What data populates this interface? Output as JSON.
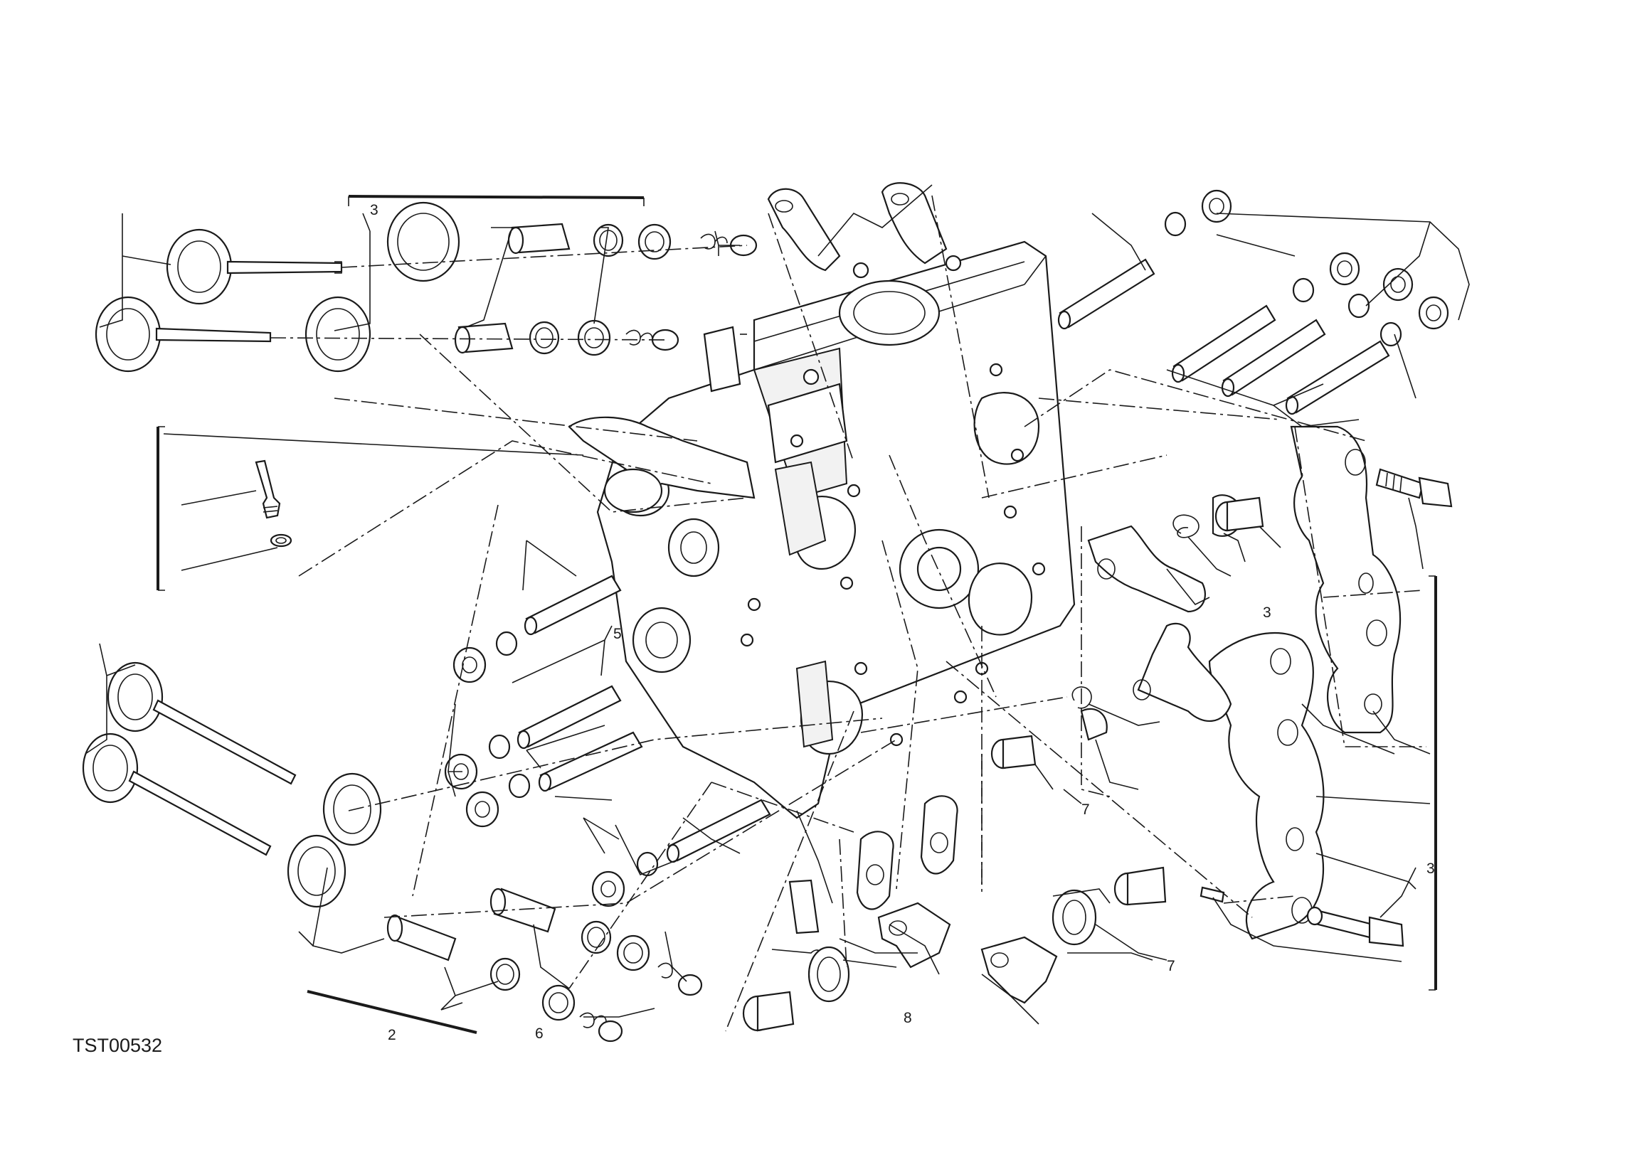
{
  "diagram": {
    "drawing_code": "TST00532",
    "callouts": [
      {
        "id": "c-6",
        "text": "6"
      },
      {
        "id": "c-2a",
        "text": "2"
      },
      {
        "id": "c-3a",
        "text": "3"
      },
      {
        "id": "c-3b",
        "text": "3"
      },
      {
        "id": "c-3c",
        "text": "3"
      },
      {
        "id": "c-7a",
        "text": "7"
      },
      {
        "id": "c-7b",
        "text": "7"
      },
      {
        "id": "c-5",
        "text": "5"
      },
      {
        "id": "c-8",
        "text": "8"
      }
    ]
  }
}
